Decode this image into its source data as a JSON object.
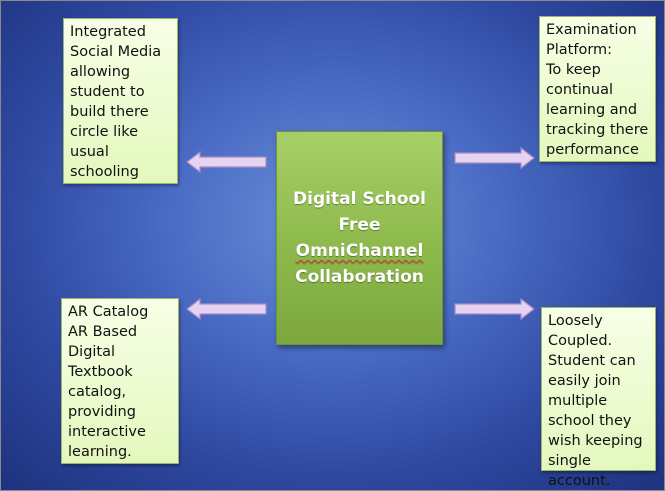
{
  "center": {
    "line1": "Digital School",
    "line2": "Free",
    "line3": "OmniChannel",
    "line4": "Collaboration"
  },
  "boxes": {
    "top_left": "Integrated\nSocial Media\nallowing\nstudent to\nbuild there\ncircle like\nusual\nschooling",
    "top_right": "Examination\nPlatform:\nTo keep\ncontinual\nlearning and\ntracking there\nperformance",
    "bottom_left": "AR Catalog\nAR Based\nDigital\nTextbook\ncatalog,\nproviding\ninteractive\nlearning.",
    "bottom_right": "Loosely\nCoupled.\nStudent can\neasily join\nmultiple\nschool they\nwish keeping\nsingle account."
  },
  "colors": {
    "background": "#3a5ab8",
    "center_box": "#8fbb4e",
    "text_box": "#eefcd2",
    "arrow_fill": "#e6d3f2",
    "arrow_stroke": "#a88bc4"
  }
}
